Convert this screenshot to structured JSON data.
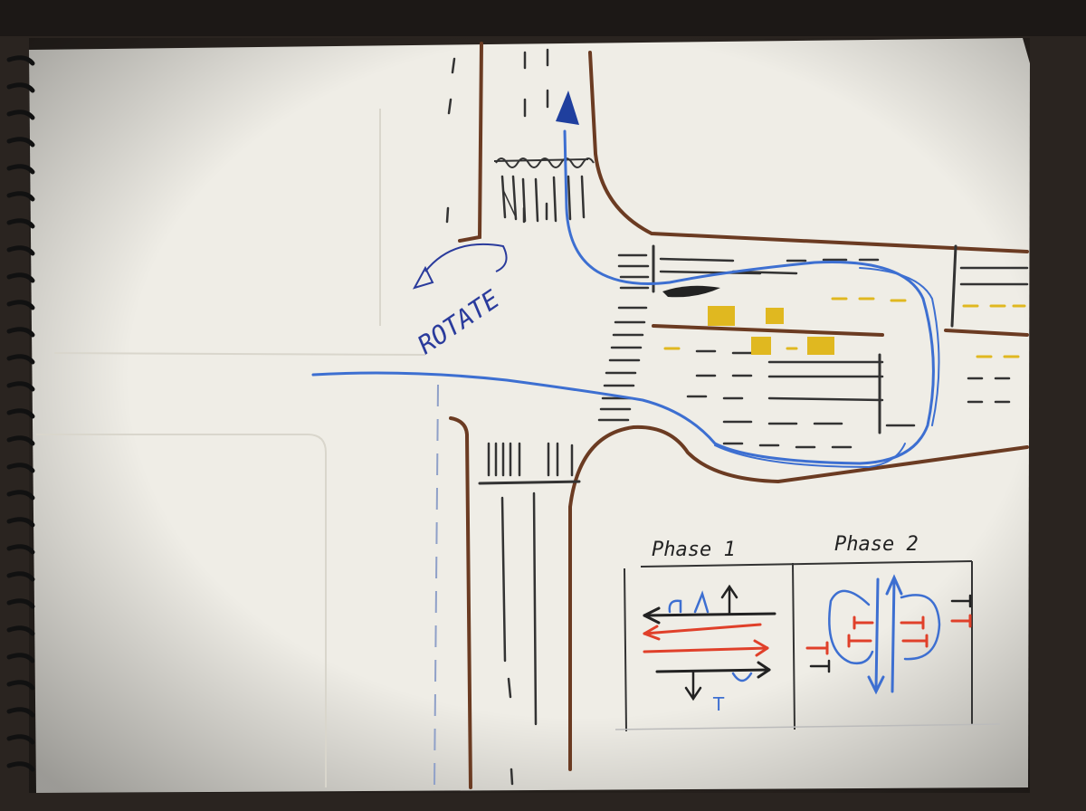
{
  "annotations": {
    "rotate_label": "ROTATE",
    "phase1_label": "Phase 1",
    "phase2_label": "Phase 2",
    "phase1_marker": "T"
  },
  "colors": {
    "desk": "#2a2420",
    "paper": "#efede6",
    "curb": "#6b3b22",
    "route": "#3d6fd1",
    "marker_blue": "#1f3f9e",
    "median_yellow": "#e0b820",
    "pen_black": "#222222",
    "pen_red": "#e0402a"
  }
}
